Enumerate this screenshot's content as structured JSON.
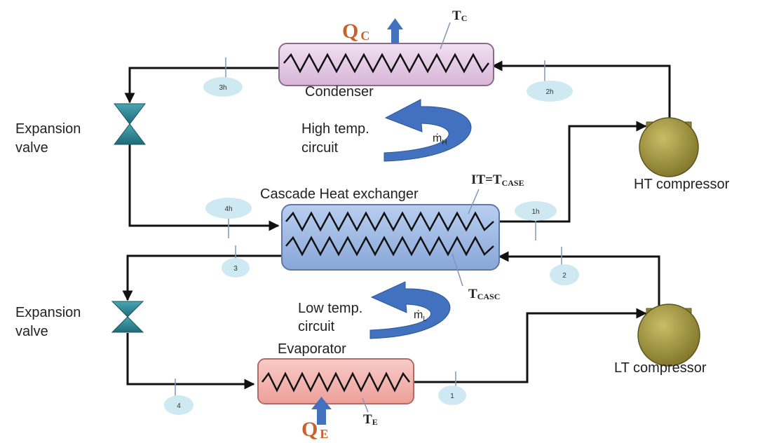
{
  "colors": {
    "condenser": "#e3c8e3",
    "cascade": "#9db8e4",
    "evaporator": "#f3b5b0",
    "valve": "#2f8a98",
    "compressor": "#a5973e",
    "arrow": "#4272bf",
    "bubble": "#cfe9f2",
    "heat_label": "#c8622a"
  },
  "components": {
    "condenser": "Condenser",
    "cascade": "Cascade Heat exchanger",
    "evaporator": "Evaporator",
    "ht_compressor": "HT compressor",
    "lt_compressor": "LT compressor",
    "expansion_valve_top": [
      "Expansion",
      "valve"
    ],
    "expansion_valve_bottom": [
      "Expansion",
      "valve"
    ]
  },
  "circuits": {
    "high": {
      "line1": "High temp.",
      "line2": "circuit",
      "flow_symbol": "ṁ",
      "flow_sub": "H"
    },
    "low": {
      "line1": "Low temp.",
      "line2": "circuit",
      "flow_symbol": "ṁ",
      "flow_sub": "L"
    }
  },
  "heat": {
    "qc": {
      "symbol": "Q",
      "sub": "C"
    },
    "qe": {
      "symbol": "Q",
      "sub": "E"
    }
  },
  "temperatures": {
    "tc": {
      "symbol": "T",
      "sub": "C"
    },
    "it": {
      "prefix": "IT=",
      "symbol": "T",
      "sub": "CASE"
    },
    "tcasc": {
      "symbol": "T",
      "sub": "CASC"
    },
    "te": {
      "symbol": "T",
      "sub": "E"
    }
  },
  "states": [
    "3h",
    "2h",
    "4h",
    "1h",
    "3",
    "2",
    "4",
    "1"
  ]
}
